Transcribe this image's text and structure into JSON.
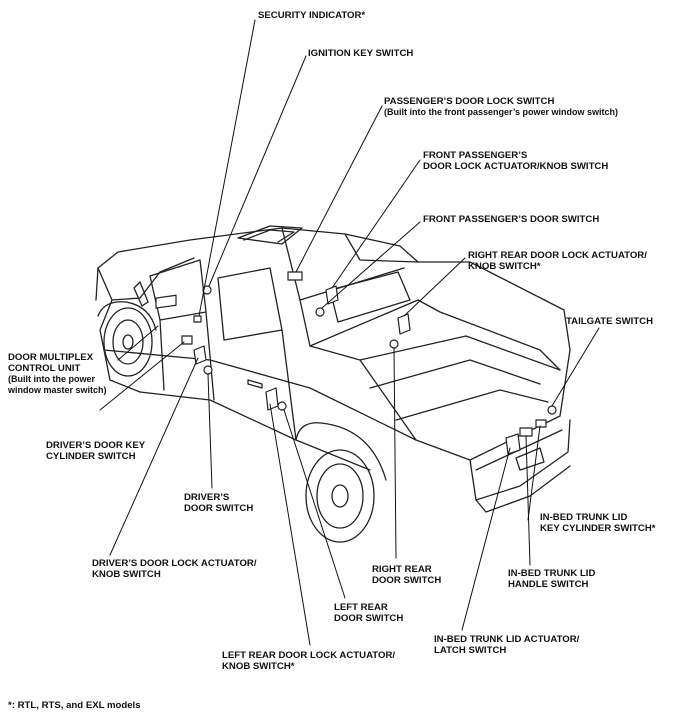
{
  "labels": {
    "security_indicator": "SECURITY INDICATOR*",
    "ignition_key_switch": "IGNITION KEY SWITCH",
    "passenger_door_lock_switch": [
      "PASSENGER’S DOOR LOCK SWITCH",
      "(Built into the front passenger’s power window switch)"
    ],
    "front_passenger_actuator": [
      "FRONT PASSENGER’S",
      "DOOR LOCK ACTUATOR/KNOB SWITCH"
    ],
    "front_passenger_door_switch": "FRONT PASSENGER’S DOOR SWITCH",
    "right_rear_actuator": [
      "RIGHT REAR DOOR LOCK ACTUATOR/",
      "KNOB SWITCH*"
    ],
    "tailgate_switch": "TAILGATE SWITCH",
    "door_multiplex_unit": [
      "DOOR MULTIPLEX",
      "CONTROL UNIT",
      "(Built into the power",
      "window master switch)"
    ],
    "driver_key_cylinder": [
      "DRIVER’S DOOR KEY",
      "CYLINDER SWITCH"
    ],
    "driver_door_switch": [
      "DRIVER’S",
      "DOOR SWITCH"
    ],
    "driver_actuator": [
      "DRIVER’S DOOR LOCK ACTUATOR/",
      "KNOB SWITCH"
    ],
    "right_rear_door_switch": [
      "RIGHT REAR",
      "DOOR SWITCH"
    ],
    "left_rear_door_switch": [
      "LEFT REAR",
      "DOOR SWITCH"
    ],
    "left_rear_actuator": [
      "LEFT REAR DOOR LOCK ACTUATOR/",
      "KNOB SWITCH*"
    ],
    "inbed_key_cylinder": [
      "IN-BED TRUNK LID",
      "KEY CYLINDER SWITCH*"
    ],
    "inbed_handle_switch": [
      "IN-BED TRUNK LID",
      "HANDLE SWITCH"
    ],
    "inbed_actuator": [
      "IN-BED TRUNK LID ACTUATOR/",
      "LATCH SWITCH"
    ]
  },
  "footnote": "*: RTL, RTS, and EXL models"
}
